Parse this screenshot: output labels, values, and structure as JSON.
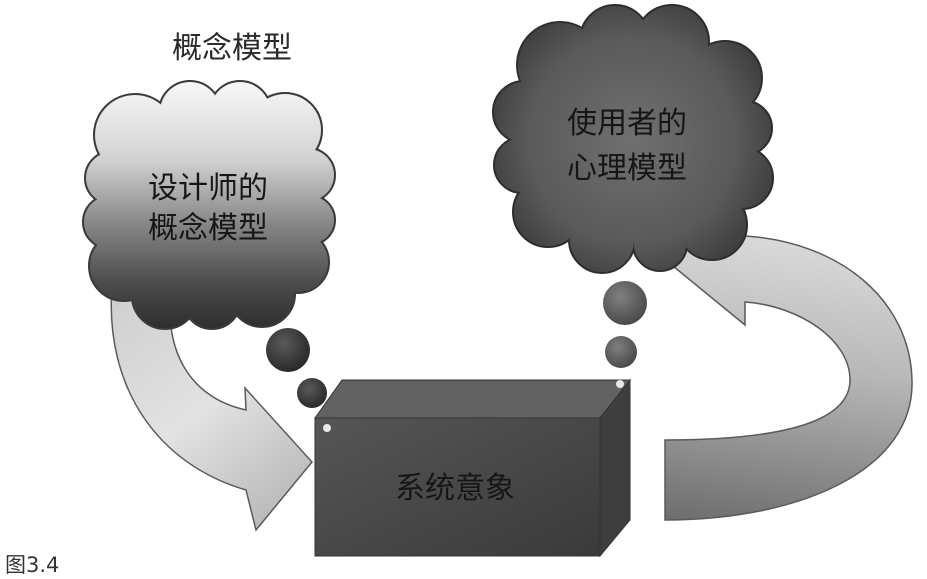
{
  "diagram": {
    "title": "概念模型",
    "designer_model": {
      "lines": [
        "设计师的",
        "概念模型"
      ]
    },
    "user_model": {
      "lines": [
        "使用者的",
        "心理模型"
      ]
    },
    "system_image": "系统意象",
    "caption": "图3.4"
  },
  "colors": {
    "background": "#ffffff",
    "ink": "#161616",
    "arrow_light": "#dcdcdc",
    "arrow_dark": "#7a7a7a",
    "box_front": "#474747"
  }
}
